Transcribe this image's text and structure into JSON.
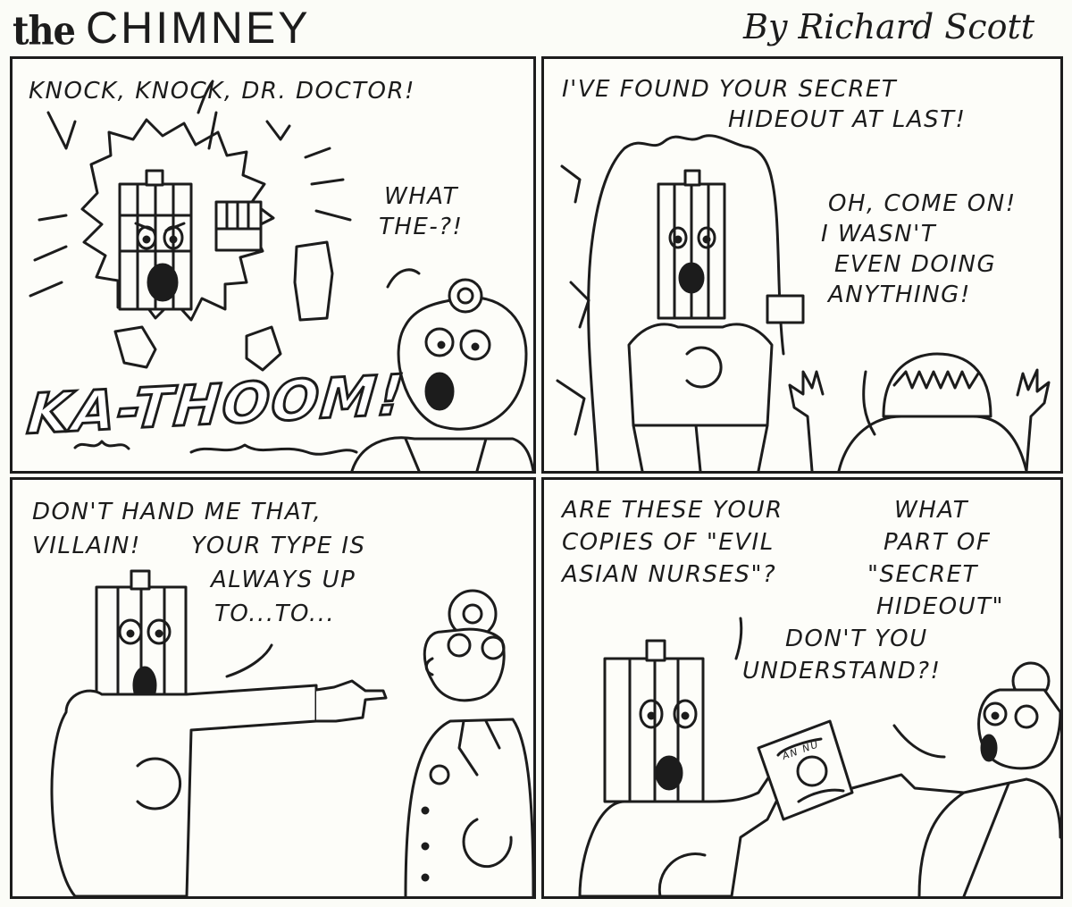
{
  "strip": {
    "title_the": "the",
    "title_main": "CHIMNEY",
    "byline": "By Richard Scott"
  },
  "panels": [
    {
      "speech": [
        "KNOCK, KNOCK, DR. DOCTOR!",
        "WHAT",
        "THE-?!"
      ],
      "sfx": "KA-THOOM!"
    },
    {
      "speech": [
        "I'VE FOUND YOUR SECRET",
        "HIDEOUT AT LAST!",
        "OH, COME ON!",
        "I WASN'T",
        "EVEN DOING",
        "ANYTHING!"
      ]
    },
    {
      "speech": [
        "DON'T HAND ME THAT,",
        "VILLAIN!",
        "YOUR TYPE IS",
        "ALWAYS UP",
        "TO...TO..."
      ]
    },
    {
      "speech": [
        "ARE THESE YOUR",
        "COPIES OF \"EVIL",
        "ASIAN NURSES\"?",
        "WHAT",
        "PART OF",
        "\"SECRET",
        "HIDEOUT\"",
        "DON'T YOU",
        "UNDERSTAND?!"
      ],
      "prop_text": "AN NU"
    }
  ],
  "colors": {
    "ink": "#1c1c1c",
    "paper": "#fbfcf7"
  }
}
